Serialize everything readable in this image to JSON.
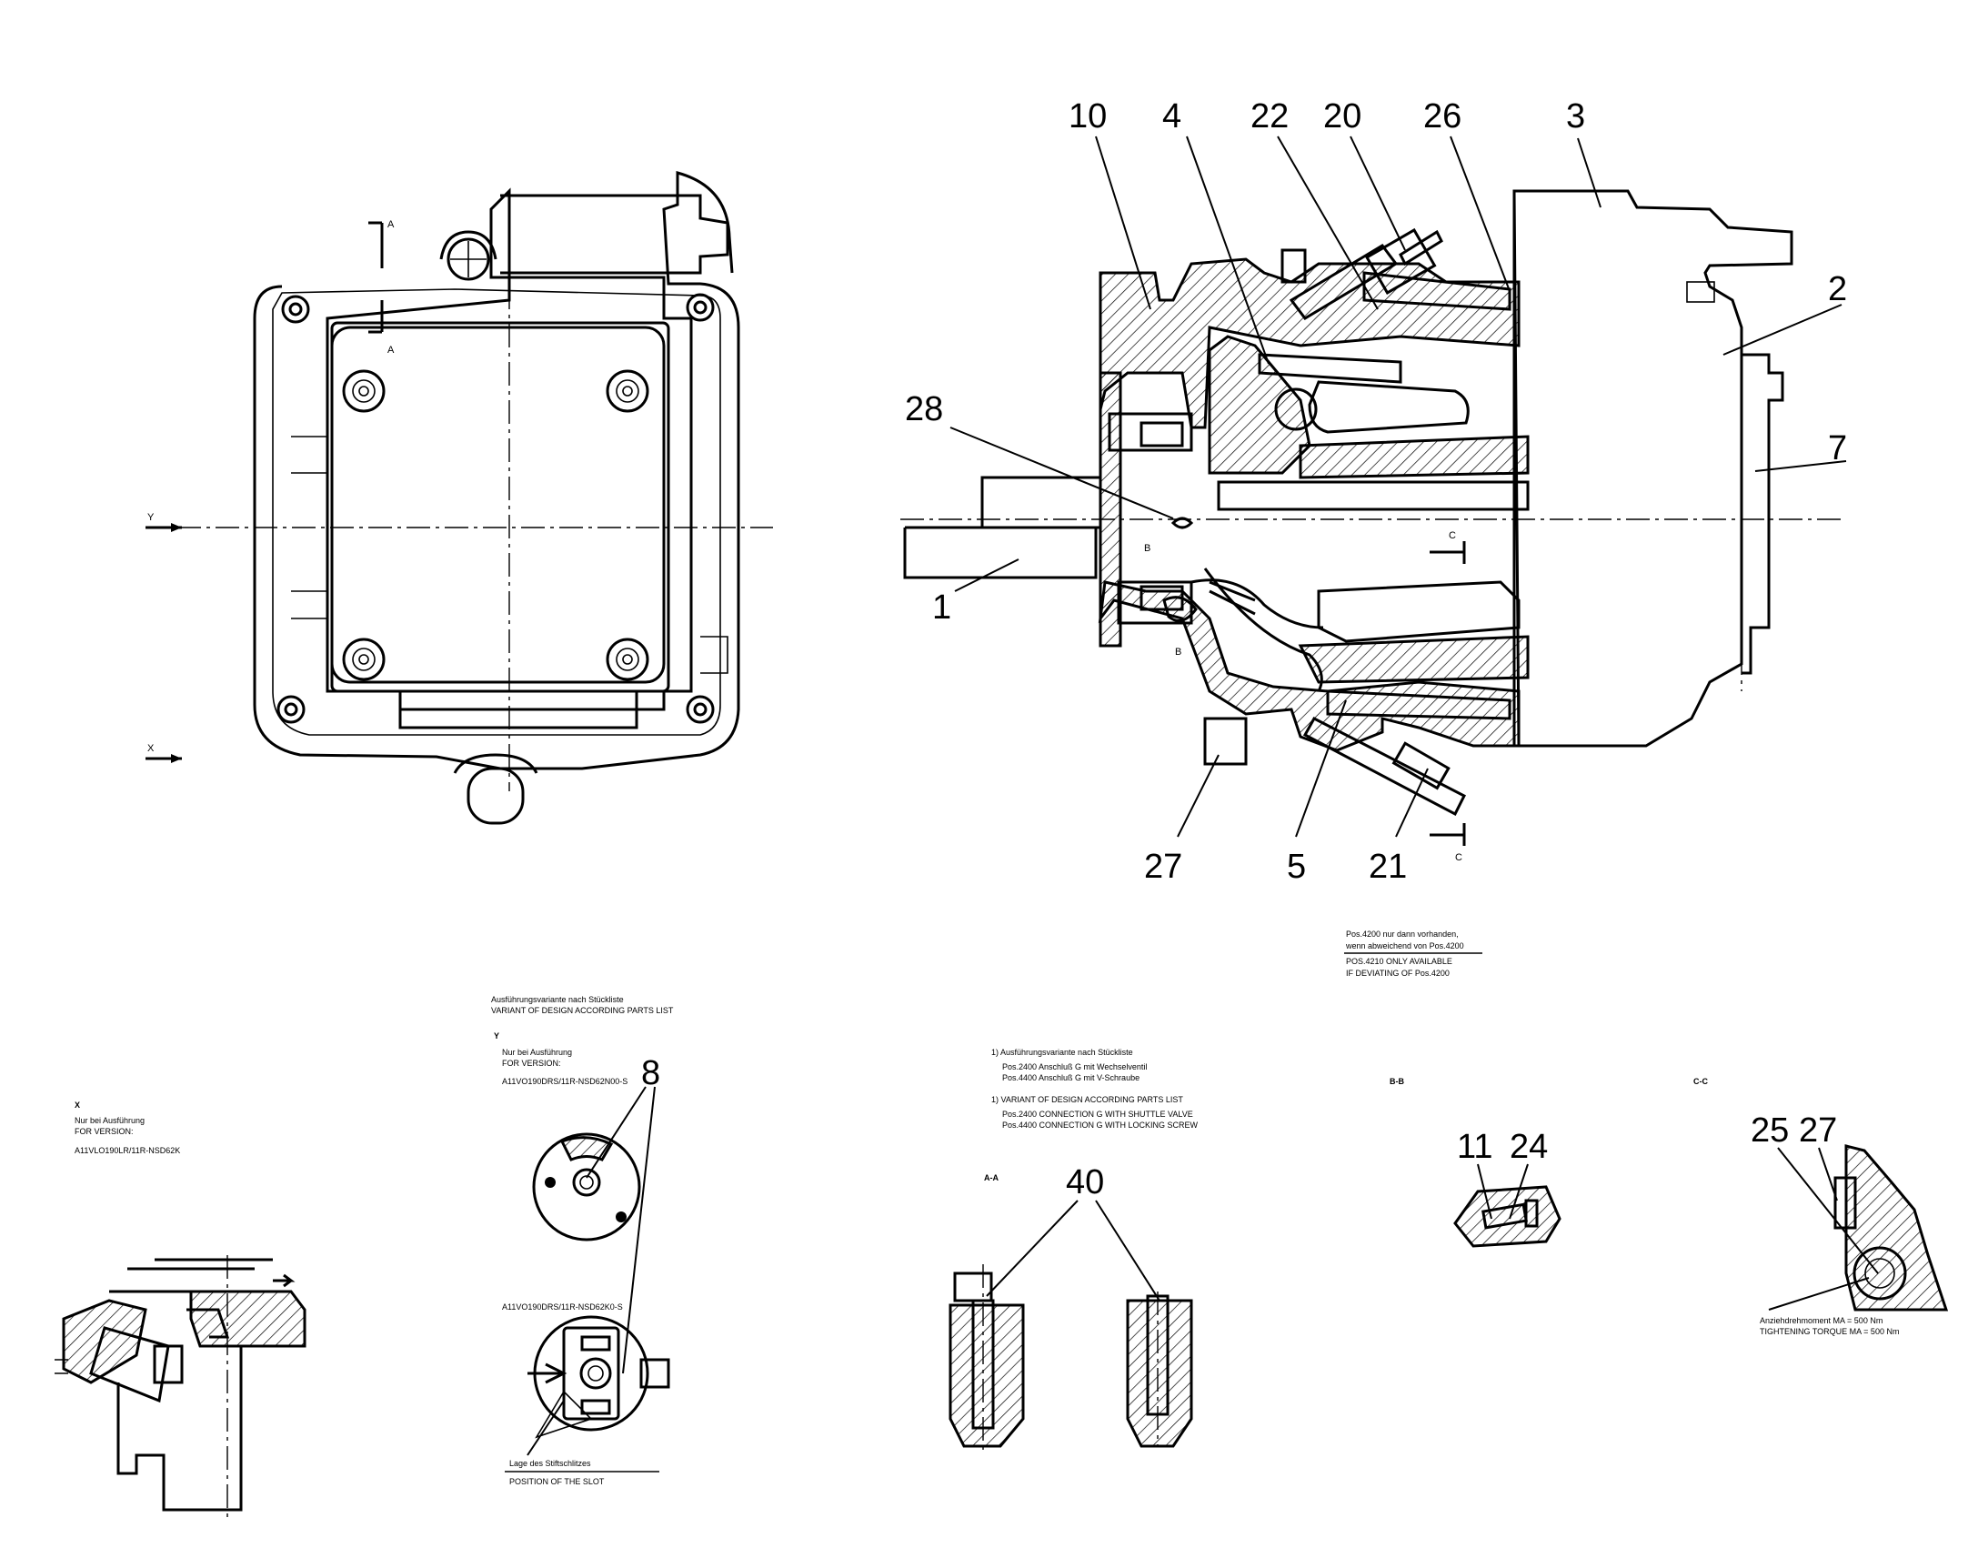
{
  "labels": {
    "l10": "10",
    "l4": "4",
    "l22": "22",
    "l20": "20",
    "l26": "26",
    "l3": "3",
    "l2": "2",
    "l7": "7",
    "l28": "28",
    "l1": "1",
    "l27": "27",
    "l5": "5",
    "l21": "21",
    "l8": "8",
    "l40": "40",
    "l11": "11",
    "l24": "24",
    "l25": "25",
    "l27b": "27"
  },
  "markers": {
    "a_top": "A",
    "a_bottom": "A",
    "y": "Y",
    "x": "X",
    "c_top": "C",
    "c_bottom": "C",
    "b_top": "B",
    "b_bottom": "B"
  },
  "notes": {
    "pos_de_1": "Pos.4200 nur dann vorhanden,",
    "pos_de_2": "wenn abweichend von Pos.4200",
    "pos_en_1": "POS.4210 ONLY AVAILABLE",
    "pos_en_2": "IF DEVIATING OF Pos.4200",
    "variant_de": "Ausführungsvariante nach Stückliste",
    "variant_en": "VARIANT OF DESIGN ACCORDING PARTS LIST",
    "y_title": "Y",
    "y_de": "Nur bei Ausführung",
    "y_en": "FOR VERSION:",
    "y_code": "A11VO190DRS/11R-NSD62N00-S",
    "y_code2": "A11VO190DRS/11R-NSD62K0-S",
    "slot_de": "Lage des Stiftschlitzes",
    "slot_en": "POSITION OF THE SLOT",
    "x_title": "X",
    "x_de": "Nur bei Ausführung",
    "x_en": "FOR VERSION:",
    "x_code": "A11VLO190LR/11R-NSD62K",
    "fn_de": "1) Ausführungsvariante nach Stückliste",
    "fn_de_a": "Pos.2400 Anschluß G mit Wechselventil",
    "fn_de_b": "Pos.4400 Anschluß G mit V-Schraube",
    "fn_en": "1) VARIANT OF DESIGN ACCORDING PARTS LIST",
    "fn_en_a": "Pos.2400 CONNECTION G WITH SHUTTLE VALVE",
    "fn_en_b": "Pos.4400 CONNECTION G WITH LOCKING SCREW",
    "sec_aa": "A-A",
    "sec_bb": "B-B",
    "sec_cc": "C-C",
    "torque_de": "Anziehdrehmoment MA = 500 Nm",
    "torque_en": "TIGHTENING TORQUE MA = 500 Nm"
  }
}
